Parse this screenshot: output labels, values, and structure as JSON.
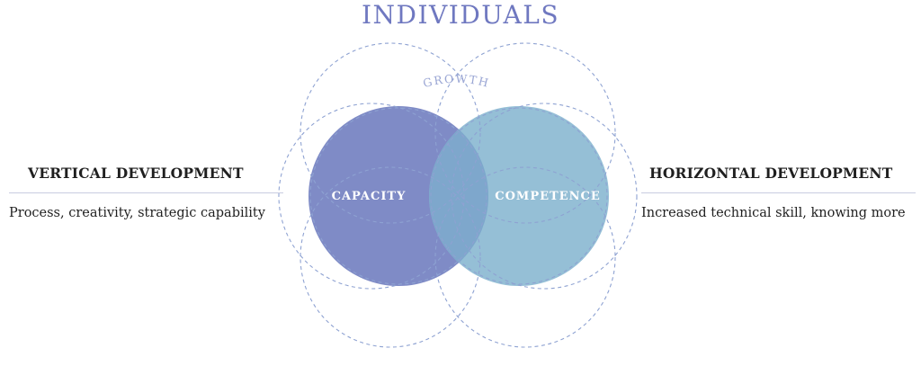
{
  "header": {
    "title": "INDIVIDUALS"
  },
  "left": {
    "heading": "VERTICAL DEVELOPMENT",
    "description": "Process, creativity, strategic capability"
  },
  "right": {
    "heading": "HORIZONTAL DEVELOPMENT",
    "description": "Increased technical skill, knowing more"
  },
  "diagram": {
    "capacity_label": "CAPACITY",
    "competence_label": "COMPETENCE",
    "growth_label": "GROWTH"
  },
  "colors": {
    "title": "#6f78c0",
    "capacity_fill": "#7f8bc6",
    "competence_fill": "#8cbad3",
    "overlap_fill": "#7ea7cc",
    "dashed_stroke": "#8ea2d2",
    "growth_text": "#9aa6d4",
    "divider": "#c9cce0"
  }
}
